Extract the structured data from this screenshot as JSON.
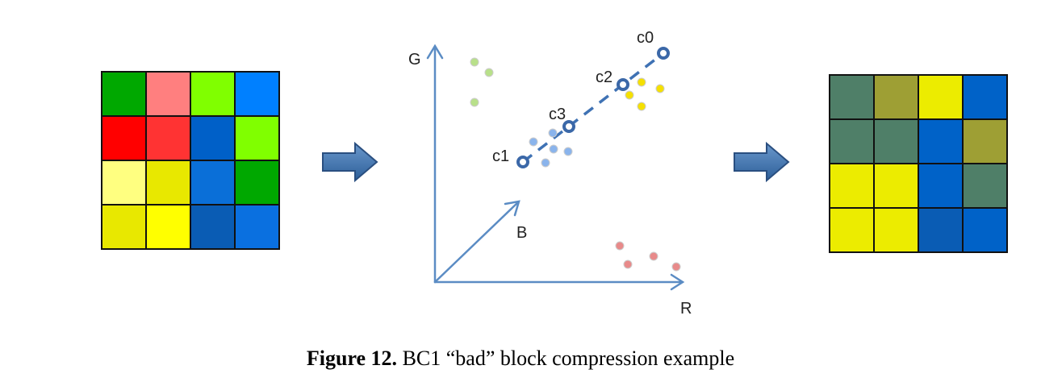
{
  "input_block": {
    "colors": [
      "#00a800",
      "#ff7f7f",
      "#80ff00",
      "#0080ff",
      "#ff0000",
      "#ff3333",
      "#0060c8",
      "#80ff00",
      "#ffff80",
      "#e8e800",
      "#0a6fd8",
      "#00a800",
      "#e8e800",
      "#ffff00",
      "#0a5cb4",
      "#0a70e0"
    ]
  },
  "output_block": {
    "colors": [
      "#4f7f68",
      "#9e9f34",
      "#ecec00",
      "#0062c8",
      "#4f7f68",
      "#4f7f68",
      "#0062c8",
      "#9e9f34",
      "#ecec00",
      "#ecec00",
      "#0062c8",
      "#4f7f68",
      "#ecec00",
      "#ecec00",
      "#0a5cb4",
      "#0062c8"
    ]
  },
  "plot": {
    "axis_labels": {
      "g": "G",
      "b": "B",
      "r": "R"
    },
    "endpoints": [
      {
        "label": "c0"
      },
      {
        "label": "c2"
      },
      {
        "label": "c3"
      },
      {
        "label": "c1"
      }
    ],
    "axis_color": "#5b8cc4",
    "endpoint_color": "#3b68a8"
  },
  "caption": {
    "bold": "Figure 12.",
    "text": " BC1 “bad” block compression example"
  }
}
